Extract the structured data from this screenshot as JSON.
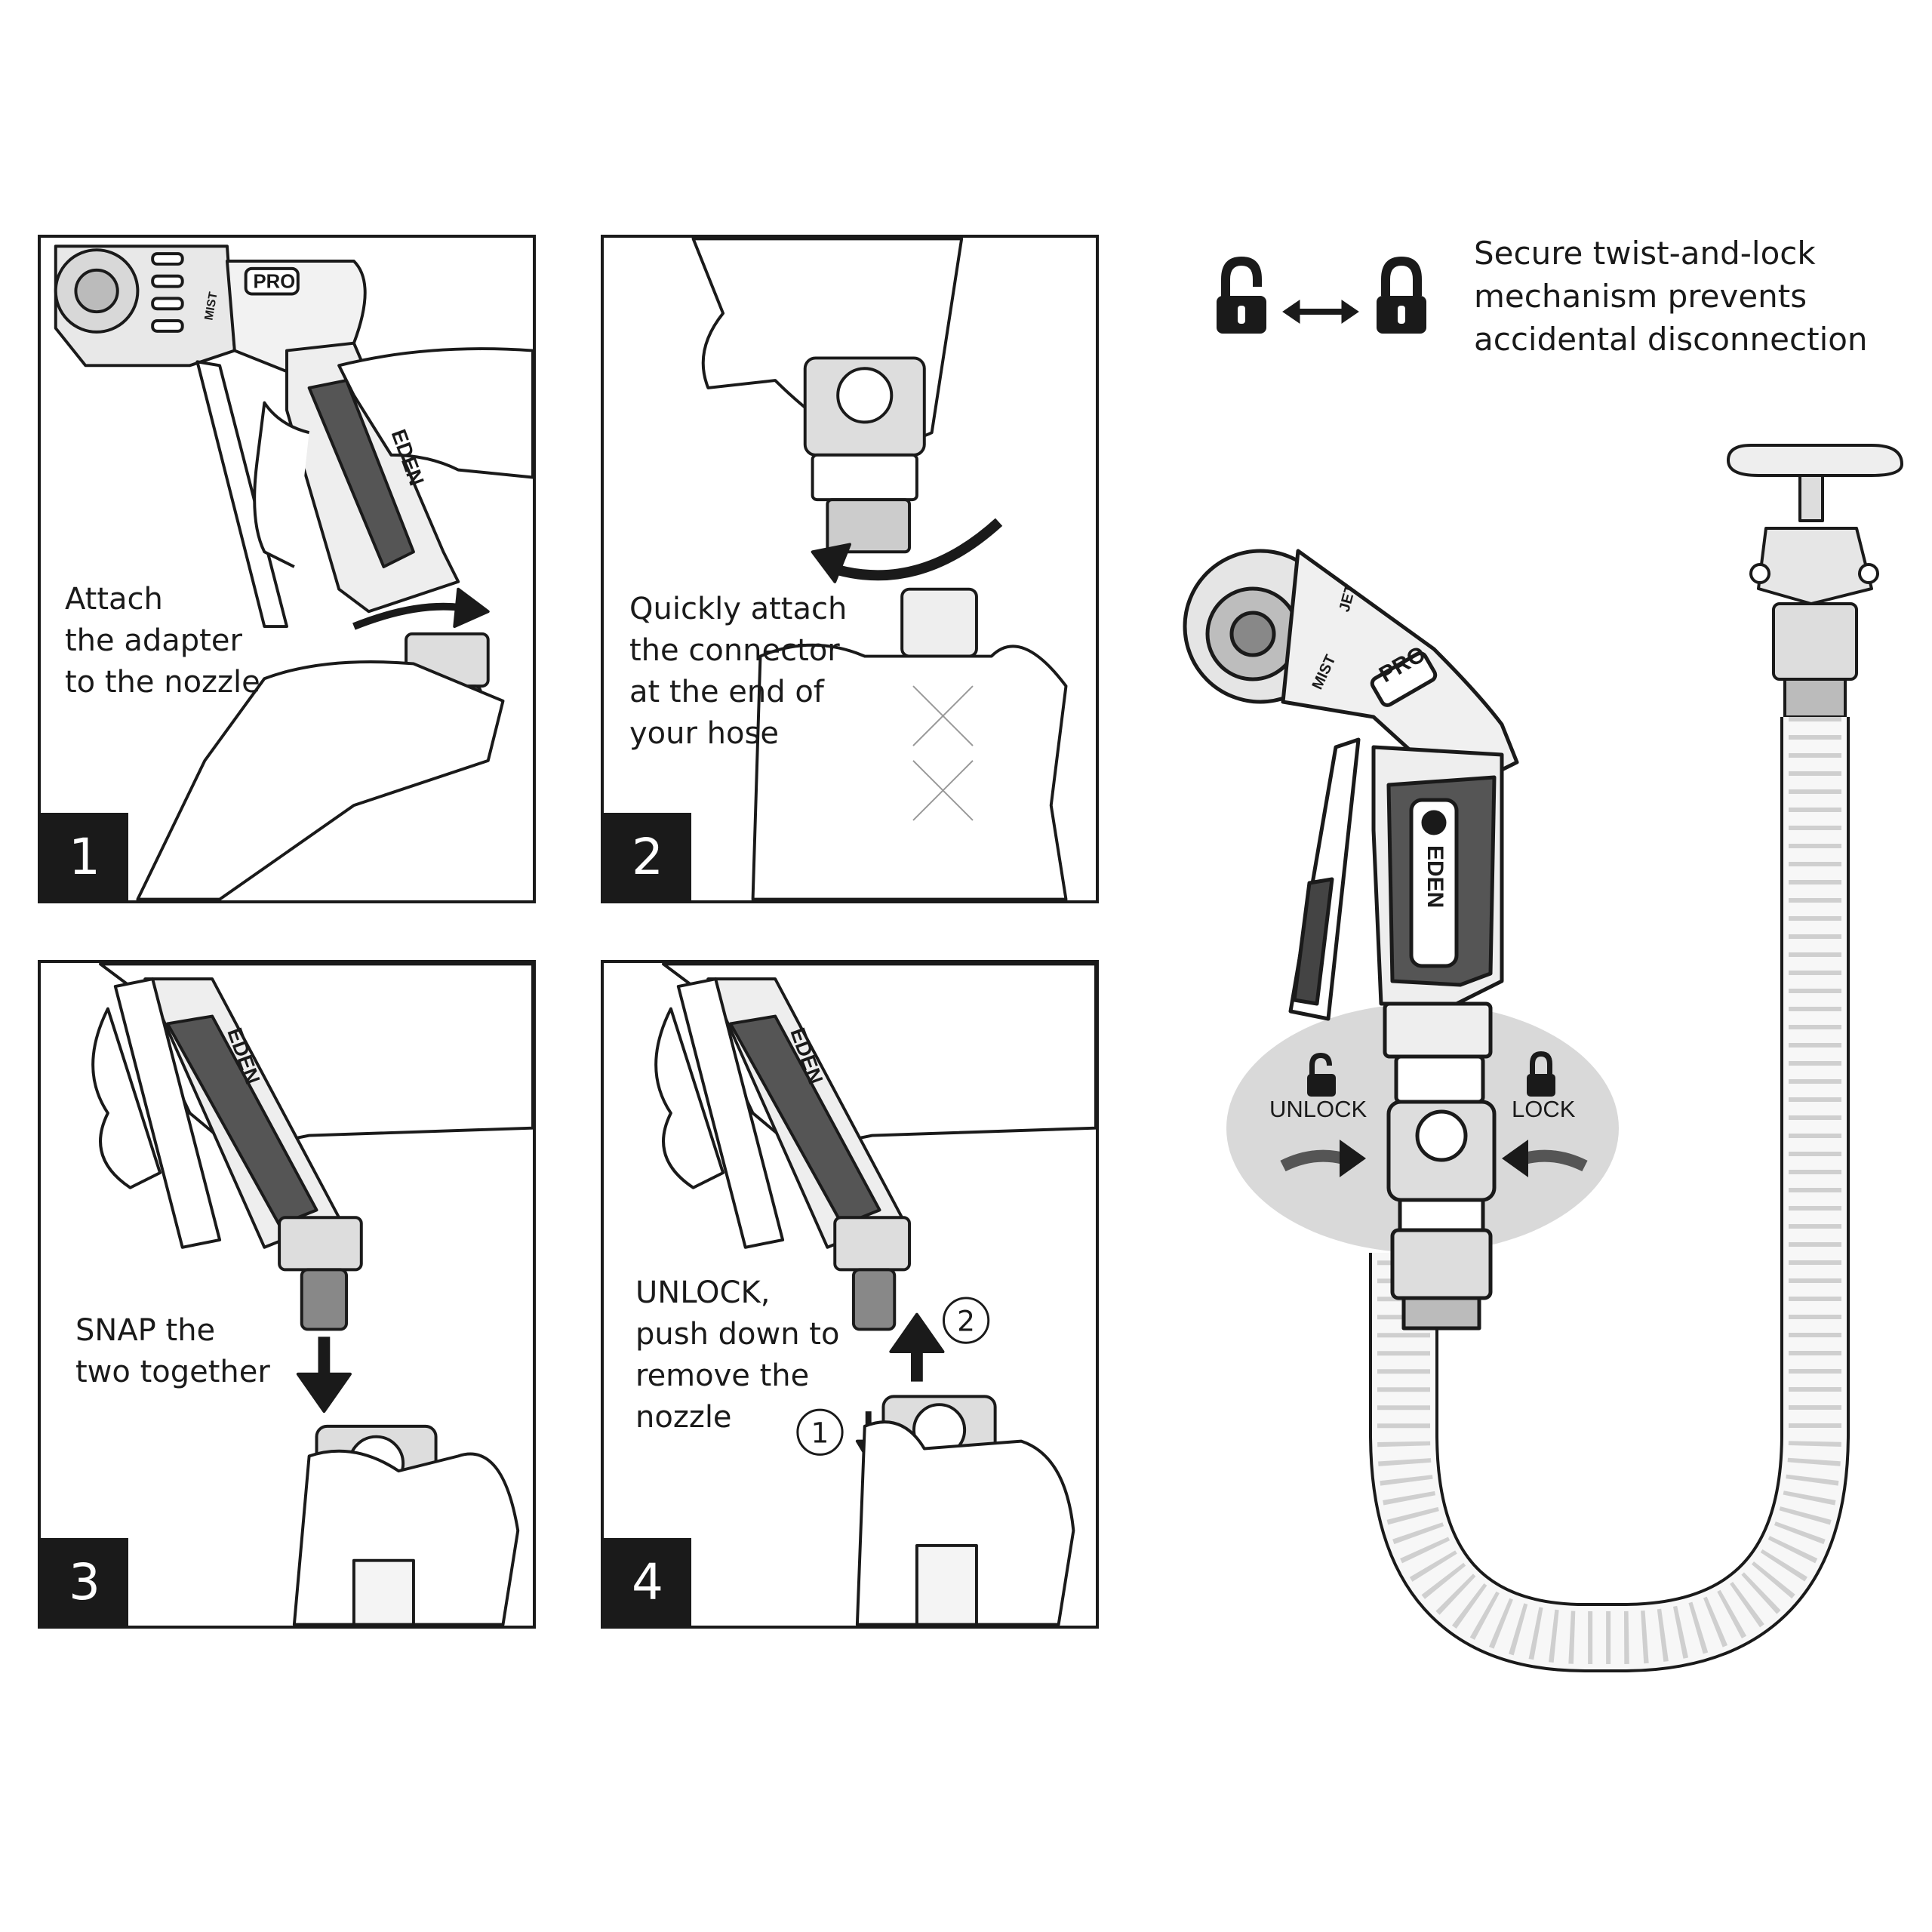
{
  "steps": [
    {
      "number": "1",
      "caption": "Attach\nthe adapter\nto the nozzle"
    },
    {
      "number": "2",
      "caption": "Quickly attach\nthe connector\nat the end of\nyour hose"
    },
    {
      "number": "3",
      "caption": "SNAP the\ntwo together"
    },
    {
      "number": "4",
      "caption": "UNLOCK,\npush down to\nremove the\nnozzle"
    }
  ],
  "step4_markers": {
    "first": "1",
    "second": "2"
  },
  "mechanism_text": "Secure twist-and-lock\nmechanism prevents\naccidental disconnection",
  "callout": {
    "unlock": "UNLOCK",
    "lock": "LOCK"
  },
  "product": {
    "brand": "EDEN",
    "badge": "PRO",
    "setting_a": "MIST",
    "setting_b": "JET"
  },
  "icons": [
    "unlocked-padlock-icon",
    "double-arrow-icon",
    "locked-padlock-icon",
    "rotate-arrow-icon",
    "down-arrow-icon",
    "up-arrow-icon"
  ]
}
